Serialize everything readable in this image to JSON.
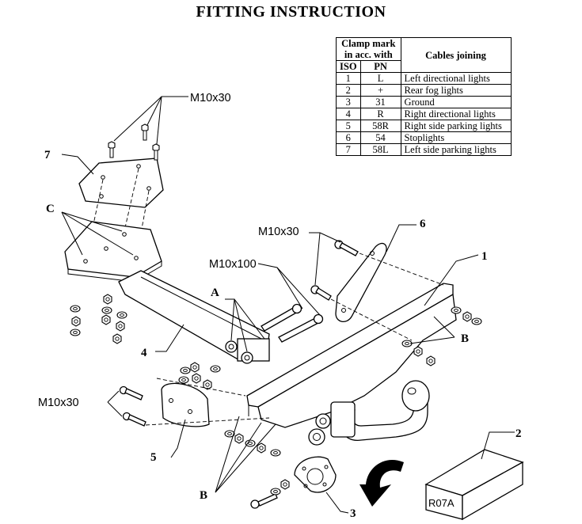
{
  "title": "FITTING INSTRUCTION",
  "table": {
    "header_clamp": [
      "Clamp mark",
      "in acc. with"
    ],
    "header_cables": "Cables joining",
    "col_iso": "ISO",
    "col_pn": "PN",
    "rows": [
      {
        "iso": "1",
        "pn": "L",
        "desc": "Left directional lights"
      },
      {
        "iso": "2",
        "pn": "+",
        "desc": "Rear fog lights"
      },
      {
        "iso": "3",
        "pn": "31",
        "desc": "Ground"
      },
      {
        "iso": "4",
        "pn": "R",
        "desc": "Right directional lights"
      },
      {
        "iso": "5",
        "pn": "58R",
        "desc": "Right side parking lights"
      },
      {
        "iso": "6",
        "pn": "54",
        "desc": "Stoplights"
      },
      {
        "iso": "7",
        "pn": "58L",
        "desc": "Left side parking lights"
      }
    ]
  },
  "labels": {
    "bolt_top": "M10x30",
    "bolt_mid": "M10x30",
    "bolt_long": "M10x100",
    "bolt_left": "M10x30",
    "part_1": "1",
    "part_2": "2",
    "part_3": "3",
    "part_4": "4",
    "part_5": "5",
    "part_6": "6",
    "part_7": "7",
    "mark_a": "A",
    "mark_b_right": "B",
    "mark_b_bottom": "B",
    "mark_c": "C",
    "box_code": "R07A"
  }
}
